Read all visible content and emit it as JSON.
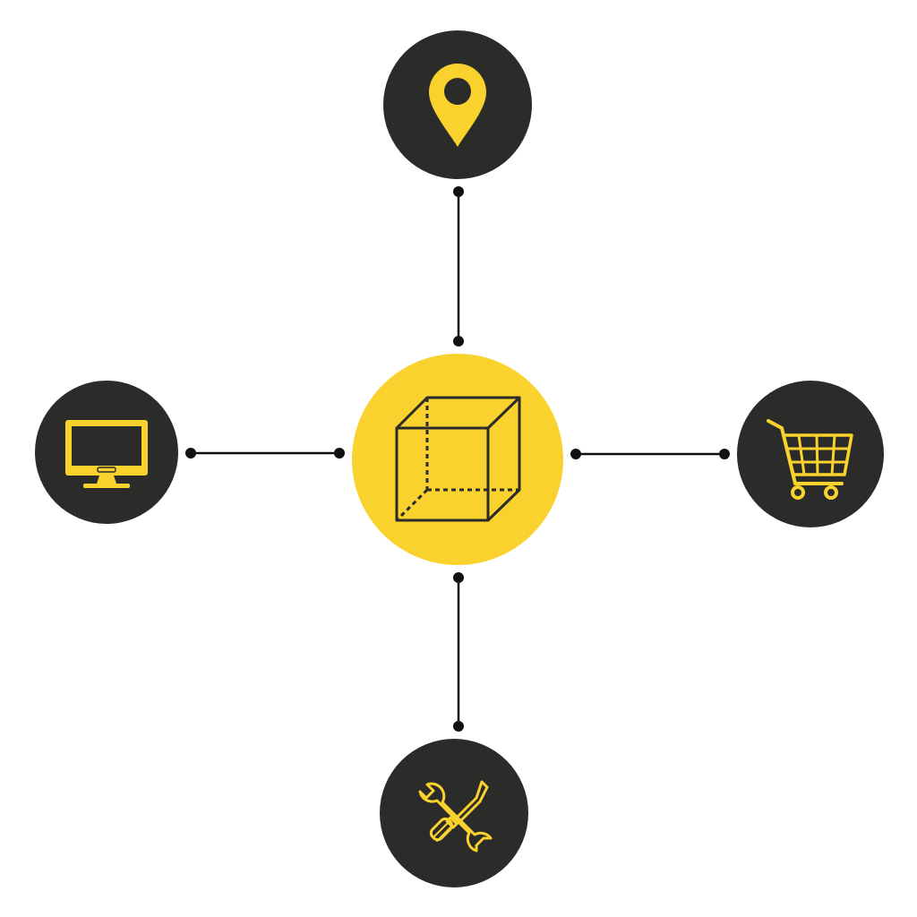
{
  "colors": {
    "background": "#ffffff",
    "hub_fill": "#f9d22e",
    "node_fill": "#2b2b29",
    "icon_color": "#f9d22e",
    "cube_stroke": "#2b2b29",
    "connector": "#111111"
  },
  "diagram": {
    "hub": {
      "icon": "cube-icon"
    },
    "nodes": [
      {
        "id": "top",
        "icon": "location-pin-icon"
      },
      {
        "id": "left",
        "icon": "monitor-icon"
      },
      {
        "id": "right",
        "icon": "shopping-cart-icon"
      },
      {
        "id": "bottom",
        "icon": "wrench-screwdriver-icon"
      }
    ],
    "connectors": [
      {
        "from": "hub",
        "to": "top"
      },
      {
        "from": "hub",
        "to": "left"
      },
      {
        "from": "hub",
        "to": "right"
      },
      {
        "from": "hub",
        "to": "bottom"
      }
    ]
  }
}
